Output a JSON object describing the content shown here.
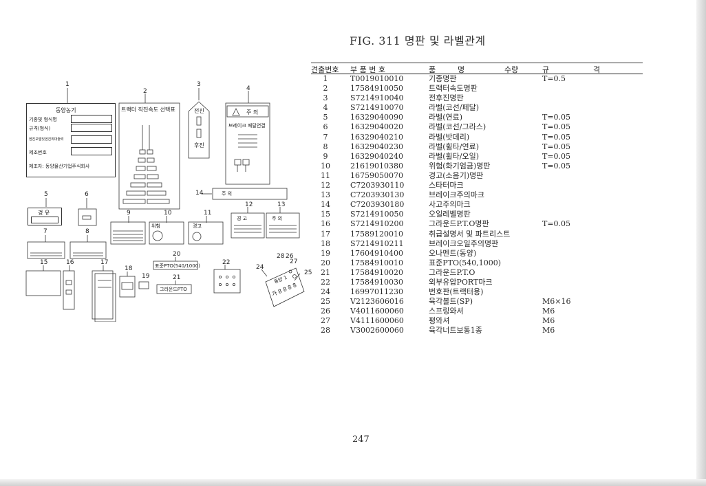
{
  "title": "FIG. 311 명판 및 라벨관계",
  "page_number": "247",
  "table": {
    "headers": {
      "no": "견출번호",
      "part_no": "부 품 번 호",
      "name": "품",
      "name2": "명",
      "qty": "수량",
      "spec": "규",
      "spec2": "격"
    },
    "rows": [
      {
        "no": "1",
        "part_no": "T0019010010",
        "name": "기종명판",
        "spec": "T=0.5"
      },
      {
        "no": "2",
        "part_no": "17584910050",
        "name": "트랙터속도명판",
        "spec": ""
      },
      {
        "no": "3",
        "part_no": "S7214910040",
        "name": "전후진명판",
        "spec": ""
      },
      {
        "no": "4",
        "part_no": "S7214910070",
        "name": "라벨(코선/페달)",
        "spec": ""
      },
      {
        "no": "5",
        "part_no": "16329040090",
        "name": "라벨(연료)",
        "spec": "T=0.05"
      },
      {
        "no": "6",
        "part_no": "16329040020",
        "name": "라벨(코선/그라스)",
        "spec": "T=0.05"
      },
      {
        "no": "7",
        "part_no": "16329040210",
        "name": "라벨(밧데리)",
        "spec": "T=0.05"
      },
      {
        "no": "8",
        "part_no": "16329040230",
        "name": "라벨(휠타/연료)",
        "spec": "T=0.05"
      },
      {
        "no": "9",
        "part_no": "16329040240",
        "name": "라벨(휠타/오일)",
        "spec": "T=0.05"
      },
      {
        "no": "10",
        "part_no": "21619010380",
        "name": "위험(화기엄금)명판",
        "spec": "T=0.05"
      },
      {
        "no": "11",
        "part_no": "16759050070",
        "name": "경고(소음기)명판",
        "spec": ""
      },
      {
        "no": "12",
        "part_no": "C7203930110",
        "name": "스타터마크",
        "spec": ""
      },
      {
        "no": "13",
        "part_no": "C7203930130",
        "name": "브레이크주의마크",
        "spec": ""
      },
      {
        "no": "14",
        "part_no": "C7203930180",
        "name": "사고주의마크",
        "spec": ""
      },
      {
        "no": "15",
        "part_no": "S7214910050",
        "name": "오일레벨명판",
        "spec": ""
      },
      {
        "no": "16",
        "part_no": "S7214910200",
        "name": "그라운드P.T.O명판",
        "spec": "T=0.05"
      },
      {
        "no": "17",
        "part_no": "17589120010",
        "name": "취급설명서 및 파트리스트",
        "spec": ""
      },
      {
        "no": "18",
        "part_no": "S7214910211",
        "name": "브레이크오일주의명판",
        "spec": ""
      },
      {
        "no": "19",
        "part_no": "17604910400",
        "name": "오나멘트(동양)",
        "spec": ""
      },
      {
        "no": "20",
        "part_no": "17584910010",
        "name": "표준PTO(540,1000)",
        "spec": ""
      },
      {
        "no": "21",
        "part_no": "17584910020",
        "name": "그라운드P.T.O",
        "spec": ""
      },
      {
        "no": "22",
        "part_no": "17584910030",
        "name": "외부유압PORT마크",
        "spec": ""
      },
      {
        "no": "24",
        "part_no": "16997011230",
        "name": "번호판(트랙터용)",
        "spec": ""
      },
      {
        "no": "25",
        "part_no": "V2123606016",
        "name": "육각볼트(SP)",
        "spec": "M6×16"
      },
      {
        "no": "26",
        "part_no": "V4011600060",
        "name": "스프링와셔",
        "spec": "M6"
      },
      {
        "no": "27",
        "part_no": "V4111600060",
        "name": "평와셔",
        "spec": "M6"
      },
      {
        "no": "28",
        "part_no": "V3002600060",
        "name": "육각너트보통1종",
        "spec": "M6"
      }
    ]
  },
  "diagram": {
    "callouts": [
      "1",
      "2",
      "3",
      "4",
      "5",
      "6",
      "7",
      "8",
      "9",
      "10",
      "11",
      "12",
      "13",
      "14",
      "15",
      "16",
      "17",
      "18",
      "19",
      "20",
      "21",
      "22",
      "24",
      "25",
      "26",
      "27",
      "28"
    ],
    "plate1": {
      "maker": "동양농기",
      "model": "기종및 형식명",
      "spec": "규격(형식)",
      "engine": "엔진모델및엔진최대출력",
      "serial": "제조번호",
      "company": "제조자: 동양물산기업주식회사"
    },
    "plate2_title": "트랙터 직진속도 선택표",
    "plate3": {
      "fwd": "전진",
      "rev": "후진"
    },
    "plate4": {
      "caution": "주 의",
      "text": "브레이크 페달연결"
    },
    "label5": "경 유",
    "label12": "경 고",
    "label13": "주 의",
    "label14": "주 의",
    "label10": "위험",
    "label11": "경고",
    "label20": "표준PTO(540/1000)",
    "label21": "그라운드PTO",
    "plate24_top": "동양 1",
    "plate24_num": "가 8 8 8 8"
  }
}
